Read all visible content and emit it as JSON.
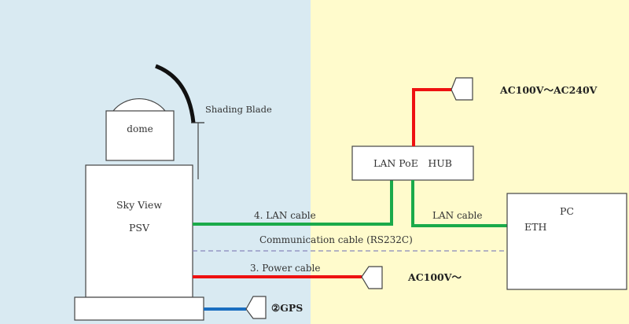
{
  "colors": {
    "outdoor_bg": "#d9eaf2",
    "indoor_bg": "#fffbcc",
    "lan": "#1aaa4a",
    "power": "#ee1111",
    "gps": "#1a6ec0",
    "comm": "#8888bb"
  },
  "devices": {
    "dome": "dome",
    "shading_blade": "Shading Blade",
    "psv_line1": "Sky View",
    "psv_line2": "PSV",
    "hub": "LAN PoE HUB",
    "pc": "PC",
    "pc_port": "ETH"
  },
  "cables": {
    "lan_psv": "4. LAN cable",
    "comm": "Communication cable (RS232C)",
    "power": "3. Power cable",
    "lan_pc": "LAN cable"
  },
  "power_sources": {
    "hub": "AC100V〜AC240V",
    "psv": "AC100V〜",
    "gps": "②GPS"
  }
}
